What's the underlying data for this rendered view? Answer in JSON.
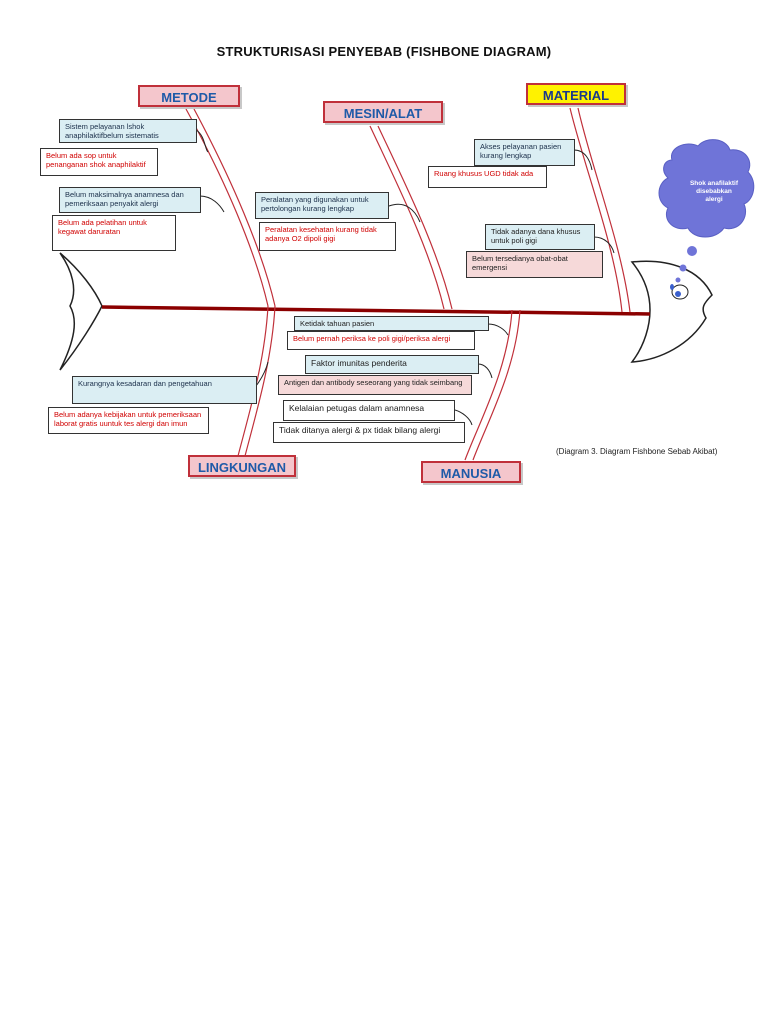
{
  "title": "STRUKTURISASI PENYEBAB (FISHBONE DIAGRAM)",
  "caption": "(Diagram 3. Diagram Fishbone Sebab Akibat)",
  "effect": "Shok anafilaktif disebabkan alergi",
  "categories": {
    "metode": "METODE",
    "mesin": "MESIN/ALAT",
    "material": "MATERIAL",
    "lingkungan": "LINGKUNGAN",
    "manusia": "MANUSIA"
  },
  "causes": {
    "metode_1": "Sistem pelayanan lshok anaphilaktifbelum sistematis",
    "metode_2": "Belum ada sop untuk penanganan shok anaphilaktif",
    "metode_3": "Belum maksimalnya anamnesa dan pemeriksaan penyakit alergi",
    "metode_4": "Belum ada pelatihan untuk kegawat daruratan",
    "mesin_1": "Peralatan yang digunakan untuk pertolongan kurang lengkap",
    "mesin_2": "Peralatan kesehatan kurang tidak adanya O2 dipoli gigi",
    "material_1": "Akses pelayanan pasien kurang lengkap",
    "material_2": "Ruang khusus UGD tidak ada",
    "material_3": "Tidak adanya dana khusus untuk poli gigi",
    "material_4": "Belum tersedianya obat-obat emergensi",
    "lingkungan_1": "Kurangnya kesadaran dan pengetahuan",
    "lingkungan_2": "Belum adanya kebijakan untuk pemeriksaan laborat gratis uuntuk tes alergi dan imun",
    "manusia_1": "Ketidak tahuan pasien",
    "manusia_2": "Belum pernah periksa ke poli gigi/periksa alergi",
    "manusia_3": "Faktor imunitas penderita",
    "manusia_4": "Antigen dan antibody seseorang yang tidak seimbang",
    "manusia_5": "Kelalaian petugas dalam anamnesa",
    "manusia_6": "Tidak ditanya alergi & px tidak bilang alergi"
  },
  "colors": {
    "spine": "#8b0000",
    "bone_outline": "#c0303a",
    "category_border": "#c0303a",
    "category_text": "#1e5aa8",
    "cloud": "#6f74d8",
    "red_text": "#d00000"
  }
}
